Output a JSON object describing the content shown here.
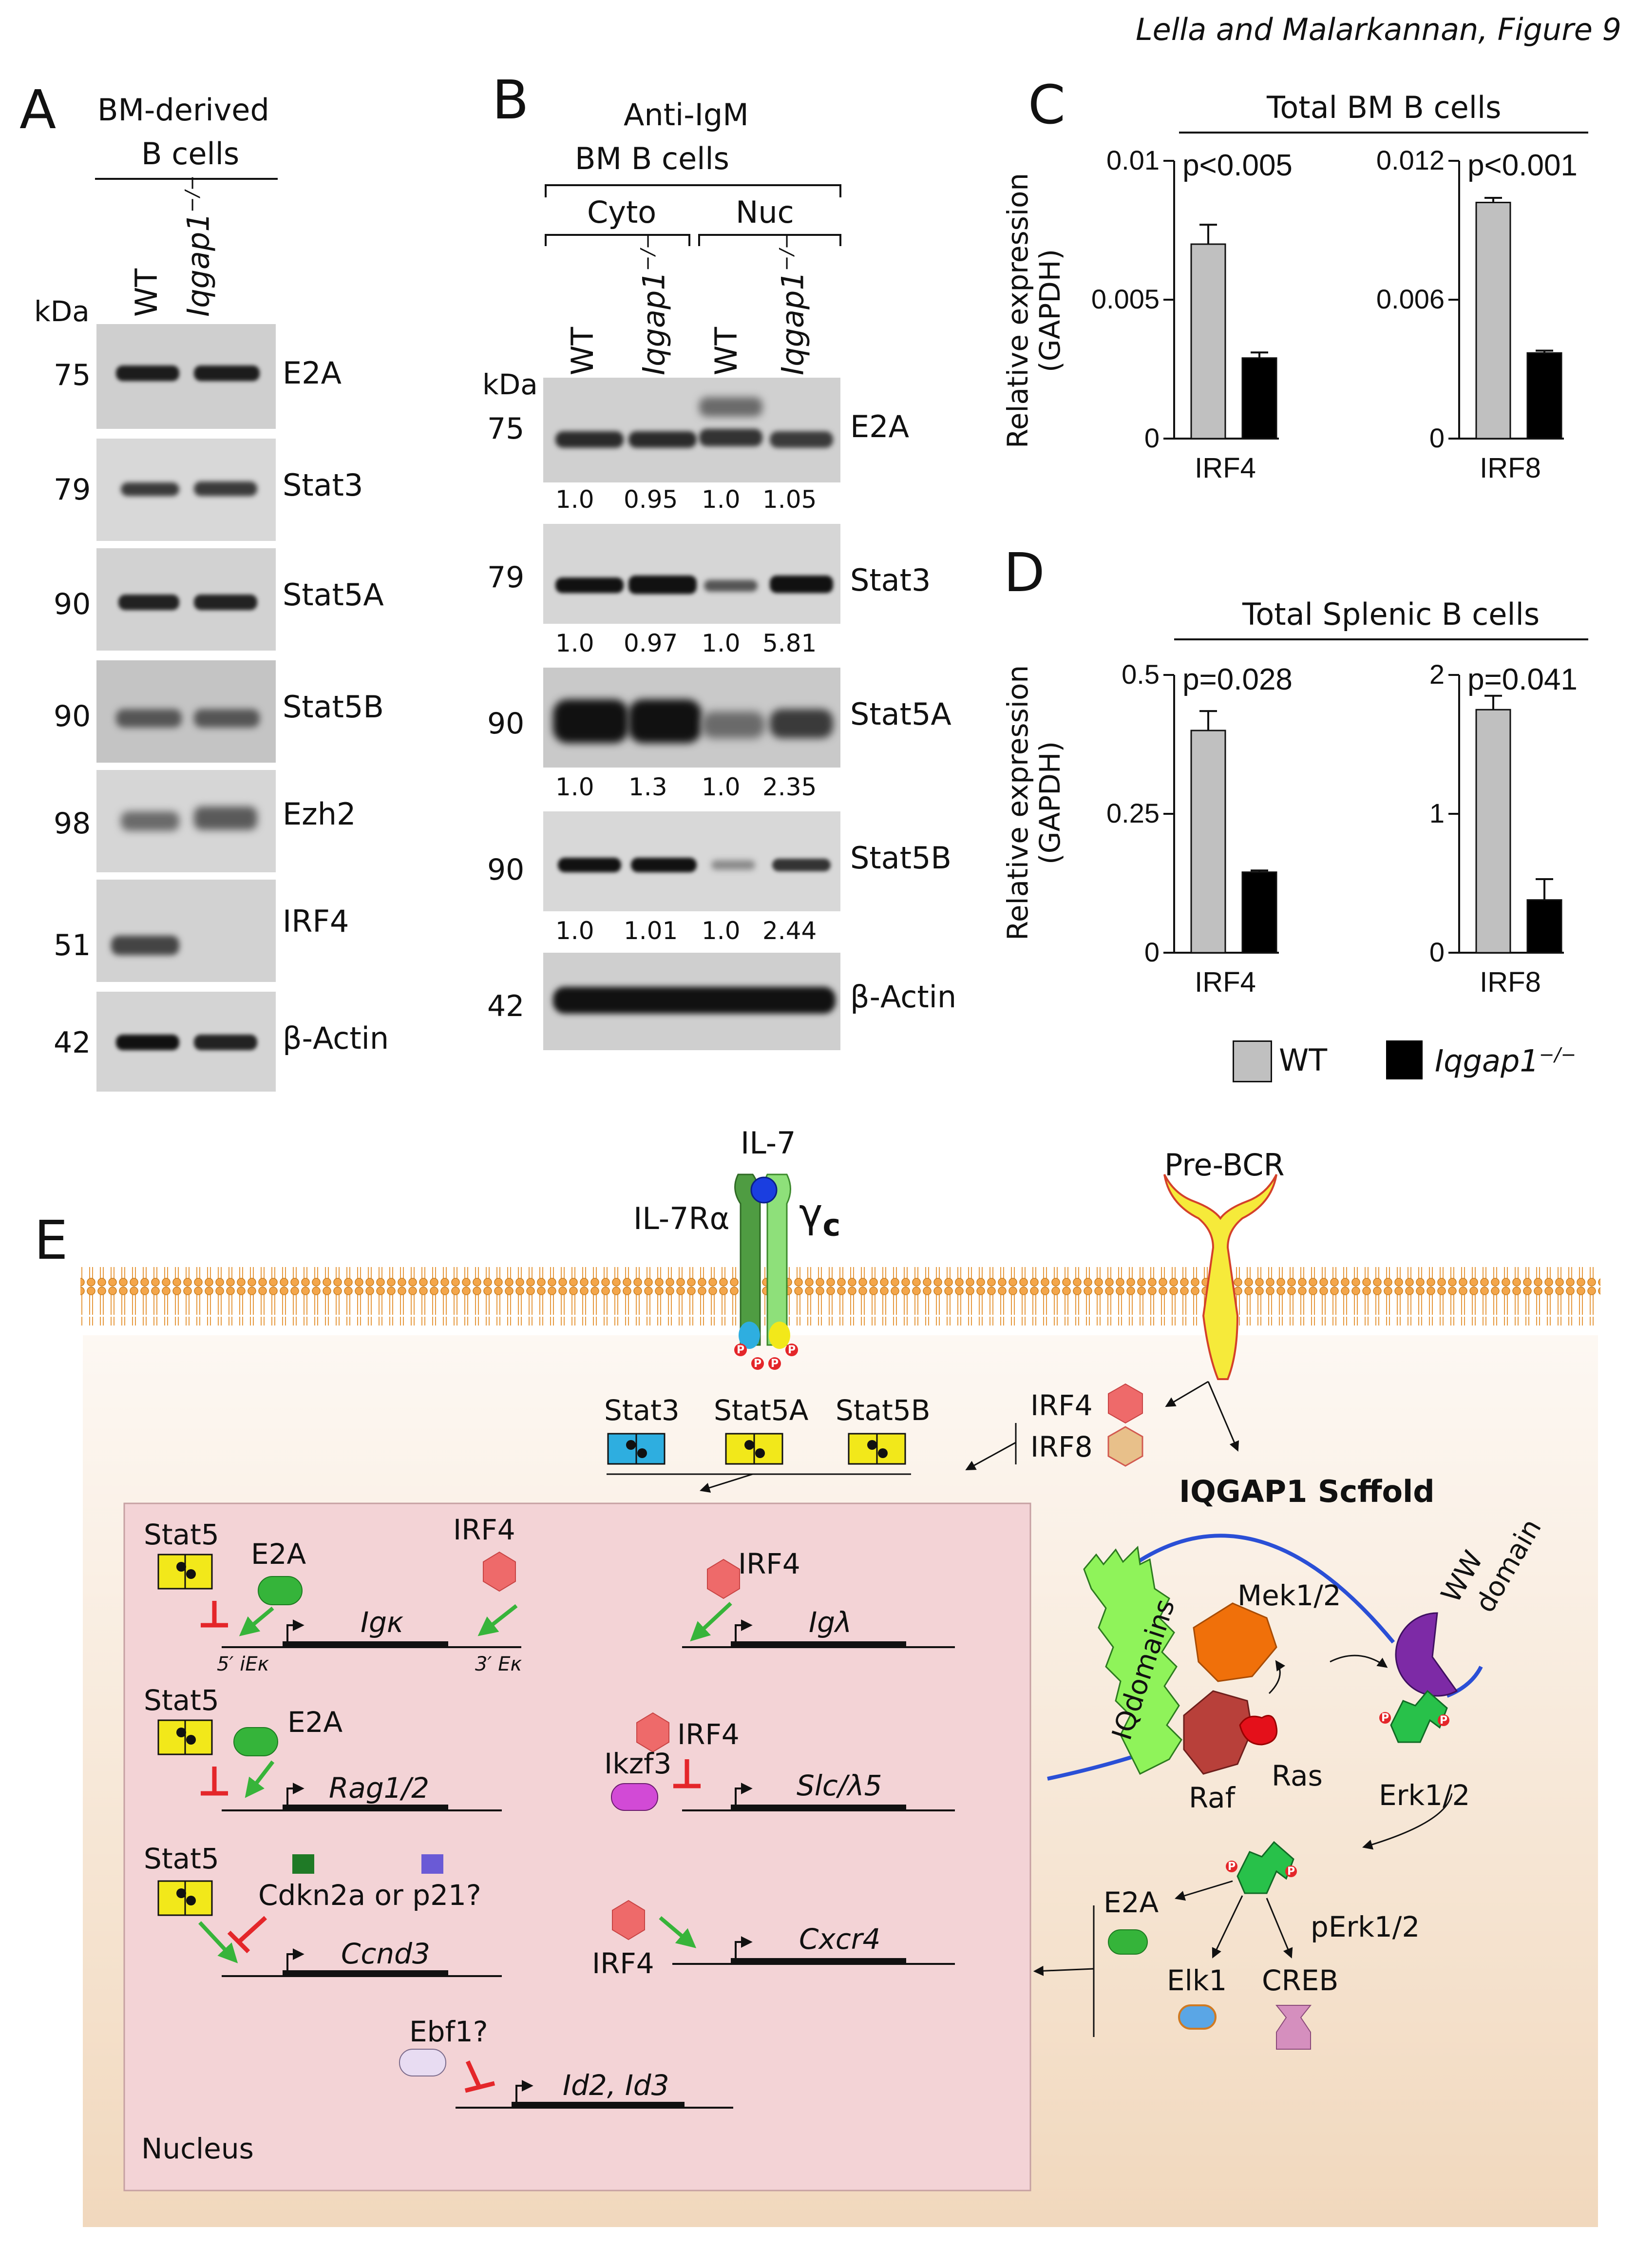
{
  "figure_title": "Lella and Malarkannan, Figure 9",
  "panelA": {
    "letter": "A",
    "header_line1": "BM-derived",
    "header_line2": "B cells",
    "col_wt": "WT",
    "col_ko": "Iqgap1",
    "ko_sup": "−/−",
    "kda": "kDa",
    "bands": [
      {
        "kda": "75",
        "label": "E2A"
      },
      {
        "kda": "79",
        "label": "Stat3"
      },
      {
        "kda": "90",
        "label": "Stat5A"
      },
      {
        "kda": "90",
        "label": "Stat5B"
      },
      {
        "kda": "98",
        "label": "Ezh2"
      },
      {
        "kda": "51",
        "label": "IRF4"
      },
      {
        "kda": "42",
        "label": "β-Actin"
      }
    ]
  },
  "panelB": {
    "letter": "B",
    "header_line1": "Anti-IgM",
    "header_line2": "BM B cells",
    "group_cyto": "Cyto",
    "group_nuc": "Nuc",
    "col_wt": "WT",
    "col_ko": "Iqgap1",
    "ko_sup": "−/−",
    "kda": "kDa",
    "bands": [
      {
        "kda": "75",
        "label": "E2A",
        "quant": [
          "1.0",
          "0.95",
          "1.0",
          "1.05"
        ]
      },
      {
        "kda": "79",
        "label": "Stat3",
        "quant": [
          "1.0",
          "0.97",
          "1.0",
          "5.81"
        ]
      },
      {
        "kda": "90",
        "label": "Stat5A",
        "quant": [
          "1.0",
          "1.3",
          "1.0",
          "2.35"
        ]
      },
      {
        "kda": "90",
        "label": "Stat5B",
        "quant": [
          "1.0",
          "1.01",
          "1.0",
          "2.44"
        ]
      },
      {
        "kda": "42",
        "label": "β-Actin"
      }
    ]
  },
  "panelC": {
    "letter": "C",
    "header": "Total BM B cells",
    "ylabel_line1": "Relative expression",
    "ylabel_line2": "(GAPDH)"
  },
  "panelD": {
    "letter": "D",
    "header": "Total Splenic B cells",
    "ylabel_line1": "Relative expression",
    "ylabel_line2": "(GAPDH)"
  },
  "legend": {
    "wt": "WT",
    "ko": "Iqgap1",
    "ko_sup": "−/−",
    "wt_color": "#c0c0c0",
    "ko_color": "#000000"
  },
  "chart_data": [
    {
      "type": "bar",
      "panel": "C",
      "categories": [
        "WT",
        "Iqgap1−/−"
      ],
      "values": [
        0.007,
        0.0029
      ],
      "errors": [
        0.0007,
        0.0002
      ],
      "xlabel": "IRF4",
      "ylabel": "Relative expression (GAPDH)",
      "ylim": [
        0,
        0.01
      ],
      "yticks": [
        "0",
        "0.005",
        "0.01"
      ],
      "annotation": "p<0.005"
    },
    {
      "type": "bar",
      "panel": "C",
      "categories": [
        "WT",
        "Iqgap1−/−"
      ],
      "values": [
        0.0102,
        0.0037
      ],
      "errors": [
        0.0002,
        0.0001
      ],
      "xlabel": "IRF8",
      "ylabel": "Relative expression (GAPDH)",
      "ylim": [
        0,
        0.012
      ],
      "yticks": [
        "0",
        "0.006",
        "0.012"
      ],
      "annotation": "p<0.001"
    },
    {
      "type": "bar",
      "panel": "D",
      "categories": [
        "WT",
        "Iqgap1−/−"
      ],
      "values": [
        0.4,
        0.145
      ],
      "errors": [
        0.035,
        0.003
      ],
      "xlabel": "IRF4",
      "ylabel": "Relative expression (GAPDH)",
      "ylim": [
        0,
        0.5
      ],
      "yticks": [
        "0",
        "0.25",
        "0.5"
      ],
      "annotation": "p=0.028"
    },
    {
      "type": "bar",
      "panel": "D",
      "categories": [
        "WT",
        "Iqgap1−/−"
      ],
      "values": [
        1.75,
        0.38
      ],
      "errors": [
        0.1,
        0.15
      ],
      "xlabel": "IRF8",
      "ylabel": "Relative expression (GAPDH)",
      "ylim": [
        0,
        2
      ],
      "yticks": [
        "0",
        "1",
        "2"
      ],
      "annotation": "p=0.041"
    }
  ],
  "panelE": {
    "letter": "E",
    "il7": "IL-7",
    "il7ra": "IL-7Rα",
    "gamma": "γ",
    "gamma_sub": "c",
    "prebcr": "Pre-BCR",
    "stat3": "Stat3",
    "stat5a": "Stat5A",
    "stat5b": "Stat5B",
    "irf4": "IRF4",
    "irf8": "IRF8",
    "scaffold_title": "IQGAP1 Scffold",
    "iq_domains": "IQdomains",
    "ww_line1": "WW",
    "ww_line2": "domain",
    "mek": "Mek1/2",
    "raf": "Raf",
    "ras": "Ras",
    "erk": "Erk1/2",
    "perk": "pErk1/2",
    "e2a": "E2A",
    "elk1": "Elk1",
    "creb": "CREB",
    "p": "P",
    "nucleus": "Nucleus",
    "n_stat5": "Stat5",
    "n_e2a": "E2A",
    "n_irf4": "IRF4",
    "n_ikzf3": "Ikzf3",
    "n_cdk": "Cdkn2a or p21?",
    "n_ebf1": "Ebf1?",
    "ie_k": "5′ iEκ",
    "e3_k": "3′ Eκ",
    "gene_igk": "Igκ",
    "gene_rag": "Rag1/2",
    "gene_ccnd3": "Ccnd3",
    "gene_id": "Id2, Id3",
    "gene_igl": "Igλ",
    "gene_slc": "Slc/λ5",
    "gene_cxcr4": "Cxcr4",
    "colors": {
      "irf4": "#ee6a6a",
      "irf8": "#e8c08a",
      "stat_yellow": "#f2e81a",
      "stat_blue": "#2eaee0",
      "e2a": "#35b43a",
      "nucleus": "#f3d3d6",
      "cyto": "#f6e6d6",
      "red": "#e4262a",
      "green": "#37b43a"
    }
  }
}
